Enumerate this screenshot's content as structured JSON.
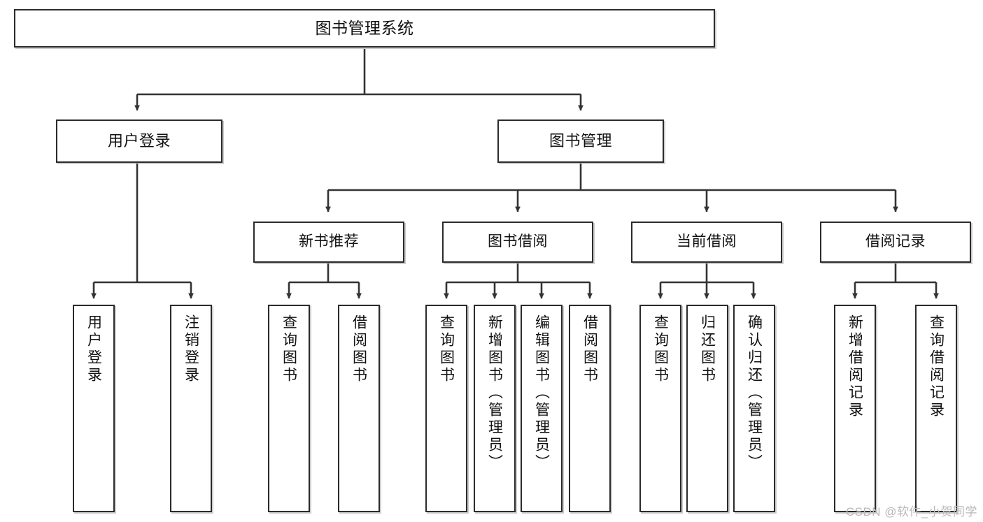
{
  "diagram": {
    "title": "图书管理系统",
    "type": "tree",
    "watermark": "CSDN @软件_小贺同学",
    "colors": {
      "node_border": "#2b2b2b",
      "node_fill": "#ffffff",
      "edge": "#333333",
      "text": "#111111",
      "watermark": "#b9b9b9"
    },
    "nodes": {
      "root": {
        "label": "图书管理系统"
      },
      "level2": [
        {
          "id": "user-login",
          "label": "用户登录"
        },
        {
          "id": "book-manage",
          "label": "图书管理"
        }
      ],
      "level3": [
        {
          "id": "new-book-rec",
          "label": "新书推荐"
        },
        {
          "id": "book-borrow",
          "label": "图书借阅"
        },
        {
          "id": "current-borrow",
          "label": "当前借阅"
        },
        {
          "id": "borrow-record",
          "label": "借阅记录"
        }
      ],
      "leaves": {
        "user-login": [
          {
            "id": "leaf-user-login",
            "label": "用户登录"
          },
          {
            "id": "leaf-user-logout",
            "label": "注销登录"
          }
        ],
        "new-book-rec": [
          {
            "id": "leaf-query-book-1",
            "label": "查询图书"
          },
          {
            "id": "leaf-borrow-book-1",
            "label": "借阅图书"
          }
        ],
        "book-borrow": [
          {
            "id": "leaf-query-book-2",
            "label": "查询图书"
          },
          {
            "id": "leaf-add-book",
            "label": "新增图书（管理员）"
          },
          {
            "id": "leaf-edit-book",
            "label": "编辑图书（管理员）"
          },
          {
            "id": "leaf-borrow-book-2",
            "label": "借阅图书"
          }
        ],
        "current-borrow": [
          {
            "id": "leaf-query-book-3",
            "label": "查询图书"
          },
          {
            "id": "leaf-return-book",
            "label": "归还图书"
          },
          {
            "id": "leaf-confirm-return",
            "label": "确认归还（管理员）"
          }
        ],
        "borrow-record": [
          {
            "id": "leaf-add-record",
            "label": "新增借阅记录"
          },
          {
            "id": "leaf-query-record",
            "label": "查询借阅记录"
          }
        ]
      }
    }
  }
}
